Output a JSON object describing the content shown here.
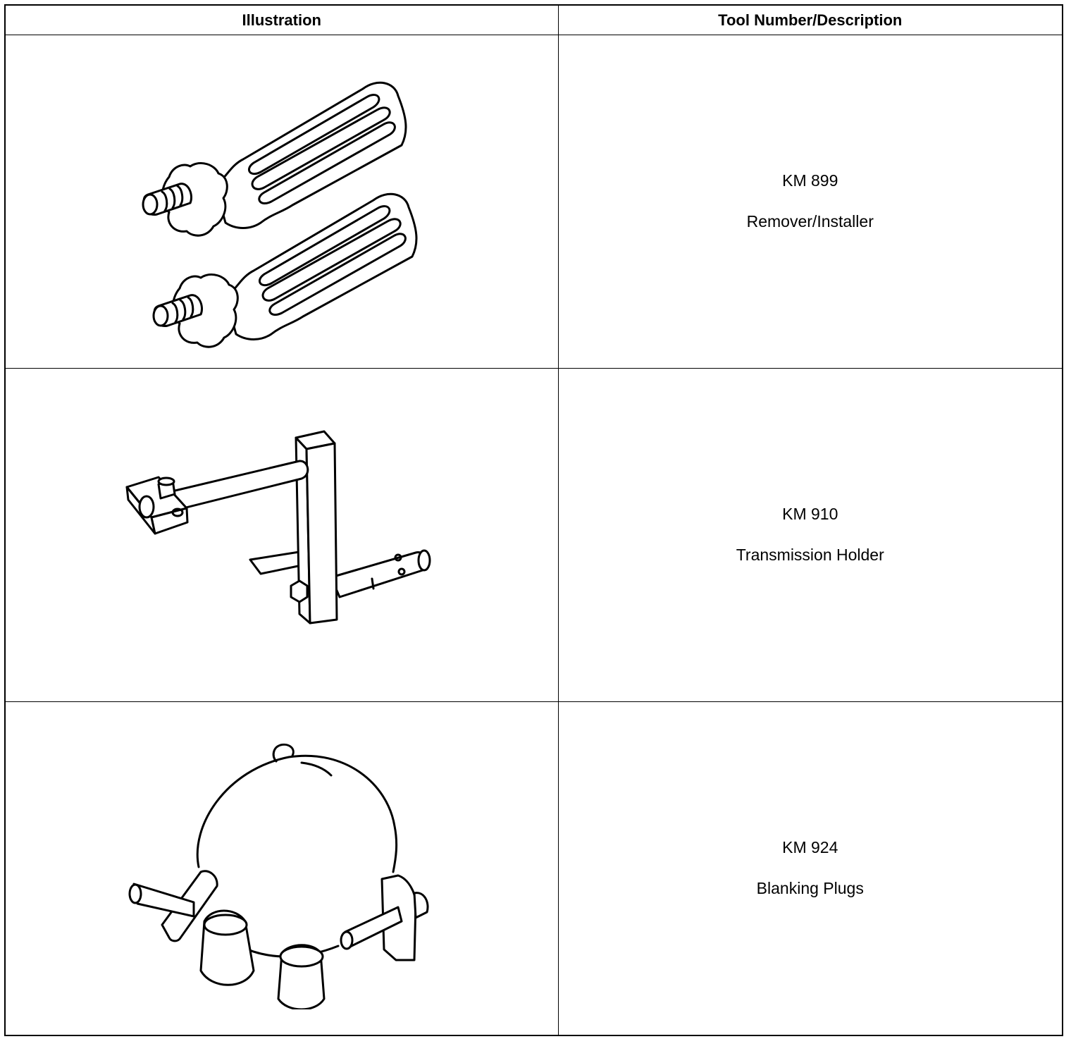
{
  "table": {
    "headers": {
      "illustration": "Illustration",
      "tool": "Tool Number/Description"
    },
    "rows": [
      {
        "number": "KM 899",
        "description": "Remover/Installer",
        "illustration_icon": "screwdriver-pair-icon"
      },
      {
        "number": "KM 910",
        "description": "Transmission Holder",
        "illustration_icon": "transmission-holder-icon"
      },
      {
        "number": "KM 924",
        "description": "Blanking Plugs",
        "illustration_icon": "blanking-plugs-ring-icon"
      }
    ]
  }
}
